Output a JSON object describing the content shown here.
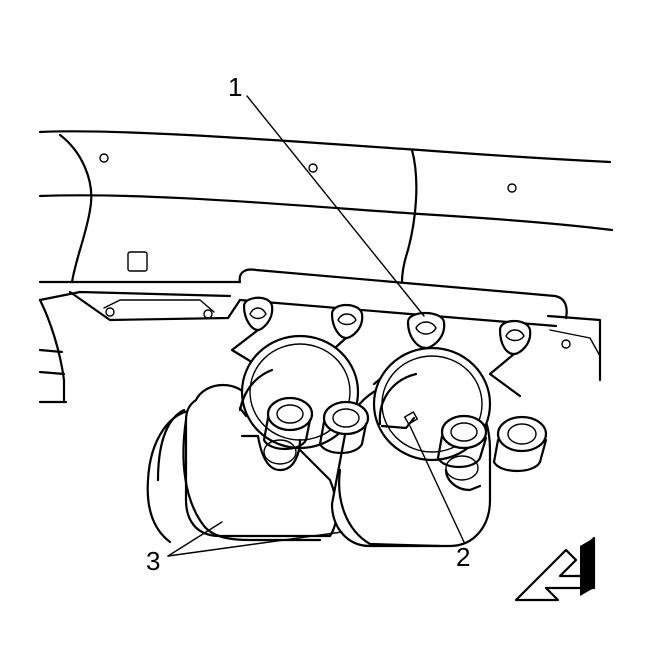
{
  "callouts": {
    "one": "1",
    "two": "2",
    "three": "3"
  },
  "icons": {
    "direction_arrow": "front-direction-arrow-icon"
  }
}
